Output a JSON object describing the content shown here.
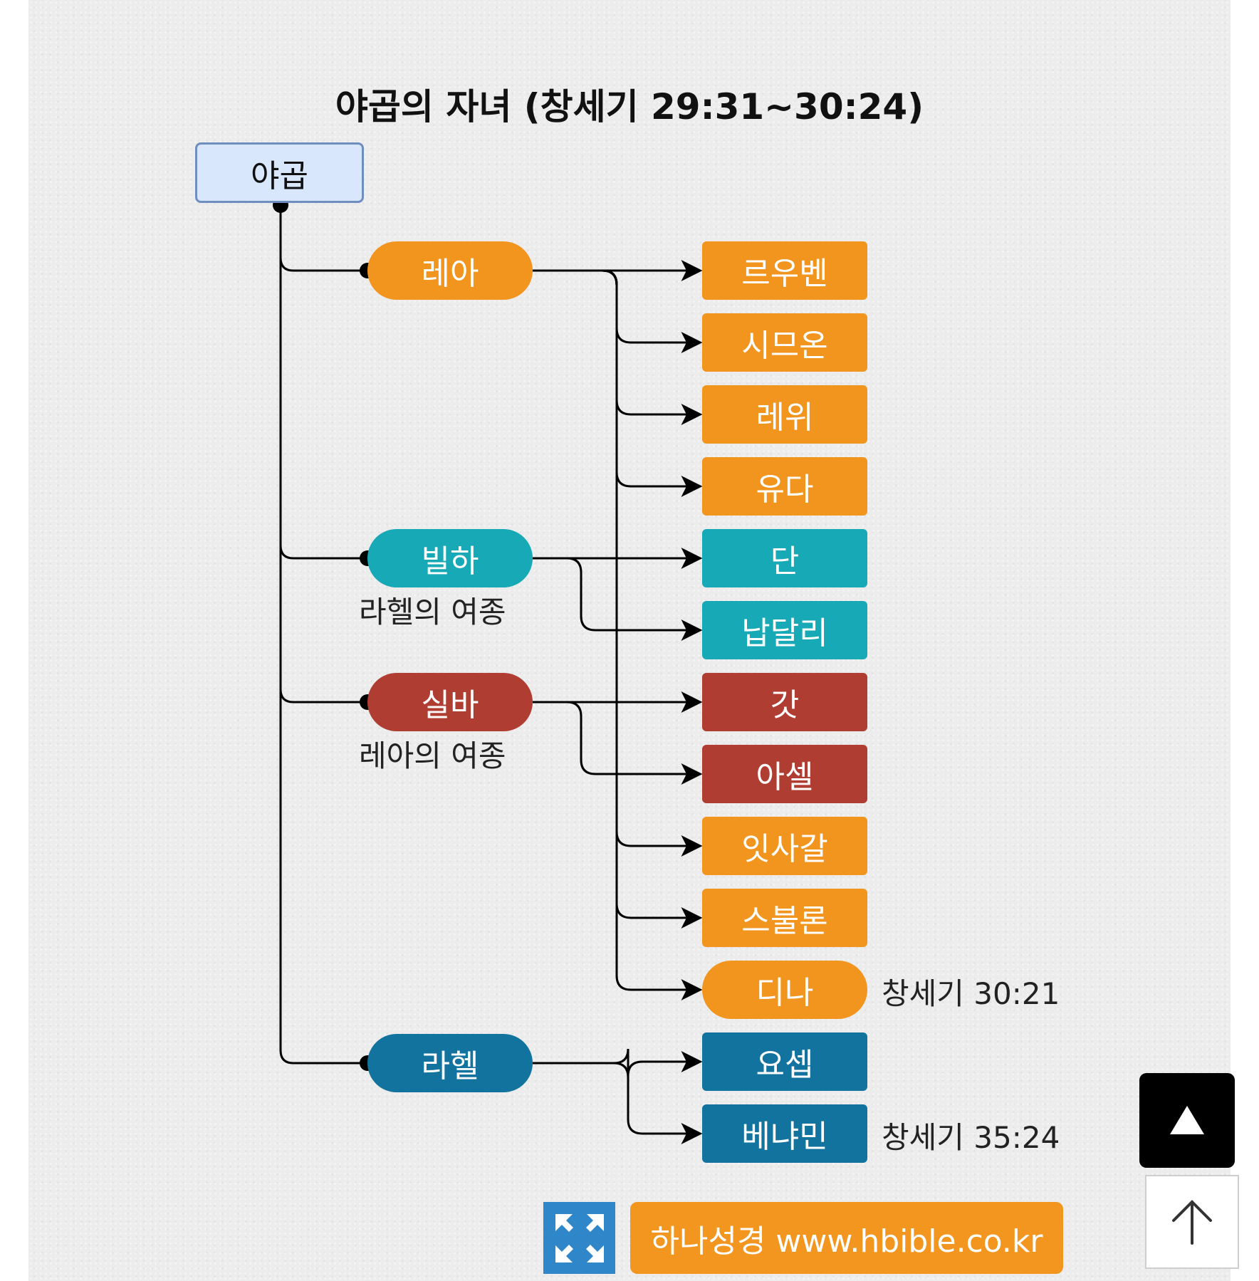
{
  "title": "야곱의 자녀 (창세기 29:31~30:24)",
  "colors": {
    "leah": "#f2951f",
    "bilhah": "#17a9b5",
    "zilpah": "#b03d32",
    "rachel": "#13739f",
    "jacob_fill": "#d8e7fb",
    "jacob_border": "#6e8ec0"
  },
  "root": {
    "label": "야곱"
  },
  "mothers": [
    {
      "id": "leah",
      "label": "레아",
      "note": ""
    },
    {
      "id": "bilhah",
      "label": "빌하",
      "note": "라헬의 여종"
    },
    {
      "id": "zilpah",
      "label": "실바",
      "note": "레아의 여종"
    },
    {
      "id": "rachel",
      "label": "라헬",
      "note": ""
    }
  ],
  "children": [
    {
      "label": "르우벤",
      "mother": "leah",
      "note": ""
    },
    {
      "label": "시므온",
      "mother": "leah",
      "note": ""
    },
    {
      "label": "레위",
      "mother": "leah",
      "note": ""
    },
    {
      "label": "유다",
      "mother": "leah",
      "note": ""
    },
    {
      "label": "단",
      "mother": "bilhah",
      "note": ""
    },
    {
      "label": "납달리",
      "mother": "bilhah",
      "note": ""
    },
    {
      "label": "갓",
      "mother": "zilpah",
      "note": ""
    },
    {
      "label": "아셀",
      "mother": "zilpah",
      "note": ""
    },
    {
      "label": "잇사갈",
      "mother": "leah",
      "note": ""
    },
    {
      "label": "스불론",
      "mother": "leah",
      "note": ""
    },
    {
      "label": "디나",
      "mother": "leah",
      "note": "창세기 30:21"
    },
    {
      "label": "요셉",
      "mother": "rachel",
      "note": ""
    },
    {
      "label": "베냐민",
      "mother": "rachel",
      "note": "창세기 35:24"
    }
  ],
  "footer": {
    "banner": "하나성경 www.hbible.co.kr",
    "expand_icon": "expand-arrows-icon",
    "scroll_icon": "triangle-up-icon",
    "back_icon": "arrow-up-icon"
  }
}
